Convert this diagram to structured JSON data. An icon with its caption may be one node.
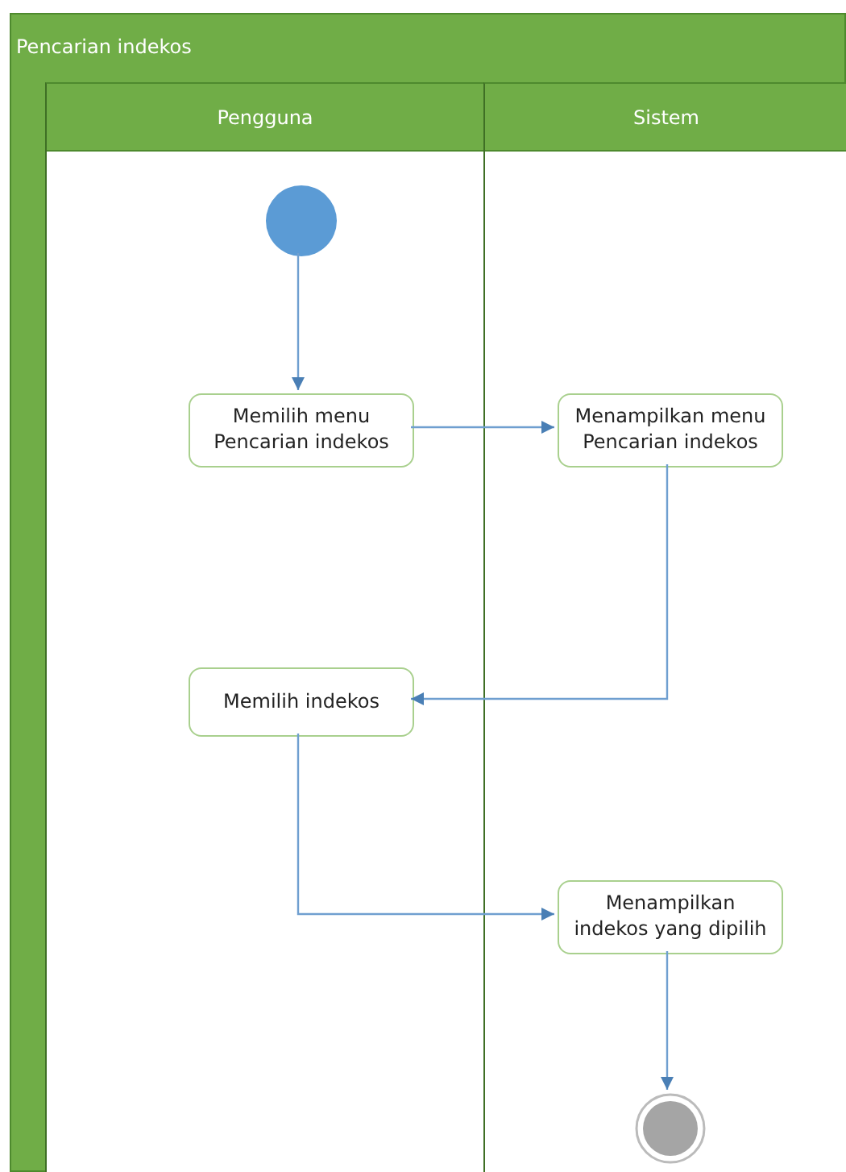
{
  "diagram": {
    "nodes": [
      {
        "text": [
          "Pencarian indekos"
        ]
      },
      {
        "text": [
          "Pengguna"
        ],
        "in": 0
      },
      {
        "text": [
          "Sistem"
        ],
        "in": 0
      },
      {
        "text": [],
        "shape": "circle",
        "in": 1
      },
      {
        "text": [
          "Memilih menu Pencarian indekos"
        ],
        "in": 1
      },
      {
        "text": [
          "Menampilkan menu Pencarian indekos"
        ],
        "in": 2
      },
      {
        "text": [
          "Memilih indekos"
        ],
        "in": 1
      },
      {
        "text": [
          "Menampilkan indekos yang dipilih"
        ],
        "in": 2
      },
      {
        "text": [],
        "shape": "circle",
        "in": 2
      }
    ],
    "edges": [
      {
        "from": 3,
        "to": 4,
        "arrow": "to"
      },
      {
        "from": 4,
        "to": 5,
        "arrow": "to"
      },
      {
        "from": 5,
        "to": 6,
        "arrow": "to"
      },
      {
        "from": 6,
        "to": 7,
        "arrow": "to"
      },
      {
        "from": 7,
        "to": 8,
        "arrow": "to"
      }
    ]
  }
}
